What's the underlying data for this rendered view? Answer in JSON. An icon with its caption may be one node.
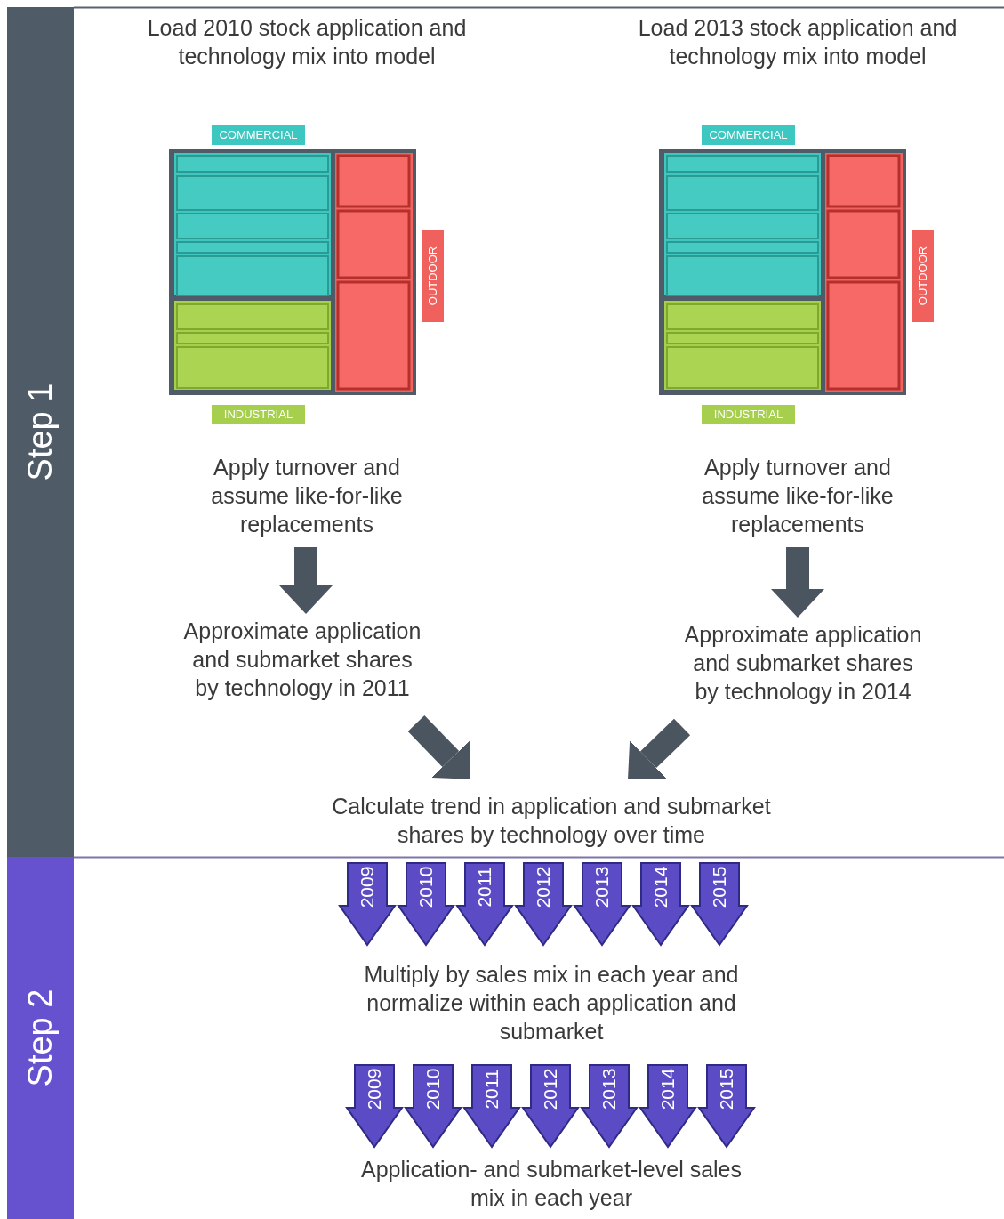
{
  "diagram": {
    "nodes": [
      {
        "text": [
          "Step 1"
        ]
      },
      {
        "text": [
          "Load 2010 stock application and technology mix into model"
        ]
      },
      {
        "text": [
          "COMMERCIAL",
          "OUTDOOR",
          "INDUSTRIAL"
        ]
      },
      {
        "text": [
          "Apply turnover and assume like-for-like replacements"
        ]
      },
      {
        "text": [
          "Approximate application and submarket shares by technology in 2011"
        ]
      },
      {
        "text": [
          "Load 2013 stock application and technology mix into model"
        ]
      },
      {
        "text": [
          "COMMERCIAL",
          "OUTDOOR",
          "INDUSTRIAL"
        ]
      },
      {
        "text": [
          "Apply turnover and assume like-for-like replacements"
        ]
      },
      {
        "text": [
          "Approximate application and submarket shares by technology in 2014"
        ]
      },
      {
        "text": [
          "Calculate trend in application and submarket shares by technology over time"
        ]
      },
      {
        "text": [
          "Step 2"
        ]
      },
      {
        "text": [
          "2009"
        ]
      },
      {
        "text": [
          "2010"
        ]
      },
      {
        "text": [
          "2011"
        ]
      },
      {
        "text": [
          "2012"
        ]
      },
      {
        "text": [
          "2013"
        ]
      },
      {
        "text": [
          "2014"
        ]
      },
      {
        "text": [
          "2015"
        ]
      },
      {
        "text": [
          "Multiply by sales mix in each year and normalize within each application and submarket"
        ]
      },
      {
        "text": [
          "2009"
        ]
      },
      {
        "text": [
          "2010"
        ]
      },
      {
        "text": [
          "2011"
        ]
      },
      {
        "text": [
          "2012"
        ]
      },
      {
        "text": [
          "2013"
        ]
      },
      {
        "text": [
          "2014"
        ]
      },
      {
        "text": [
          "2015"
        ]
      },
      {
        "text": [
          "Application- and submarket-level sales mix in each year"
        ]
      }
    ],
    "edges": [
      {
        "from": 3,
        "to": 4,
        "arrow": "to"
      },
      {
        "from": 7,
        "to": 8,
        "arrow": "to"
      },
      {
        "from": 4,
        "to": 9,
        "arrow": "to"
      },
      {
        "from": 8,
        "to": 9,
        "arrow": "to"
      }
    ]
  }
}
